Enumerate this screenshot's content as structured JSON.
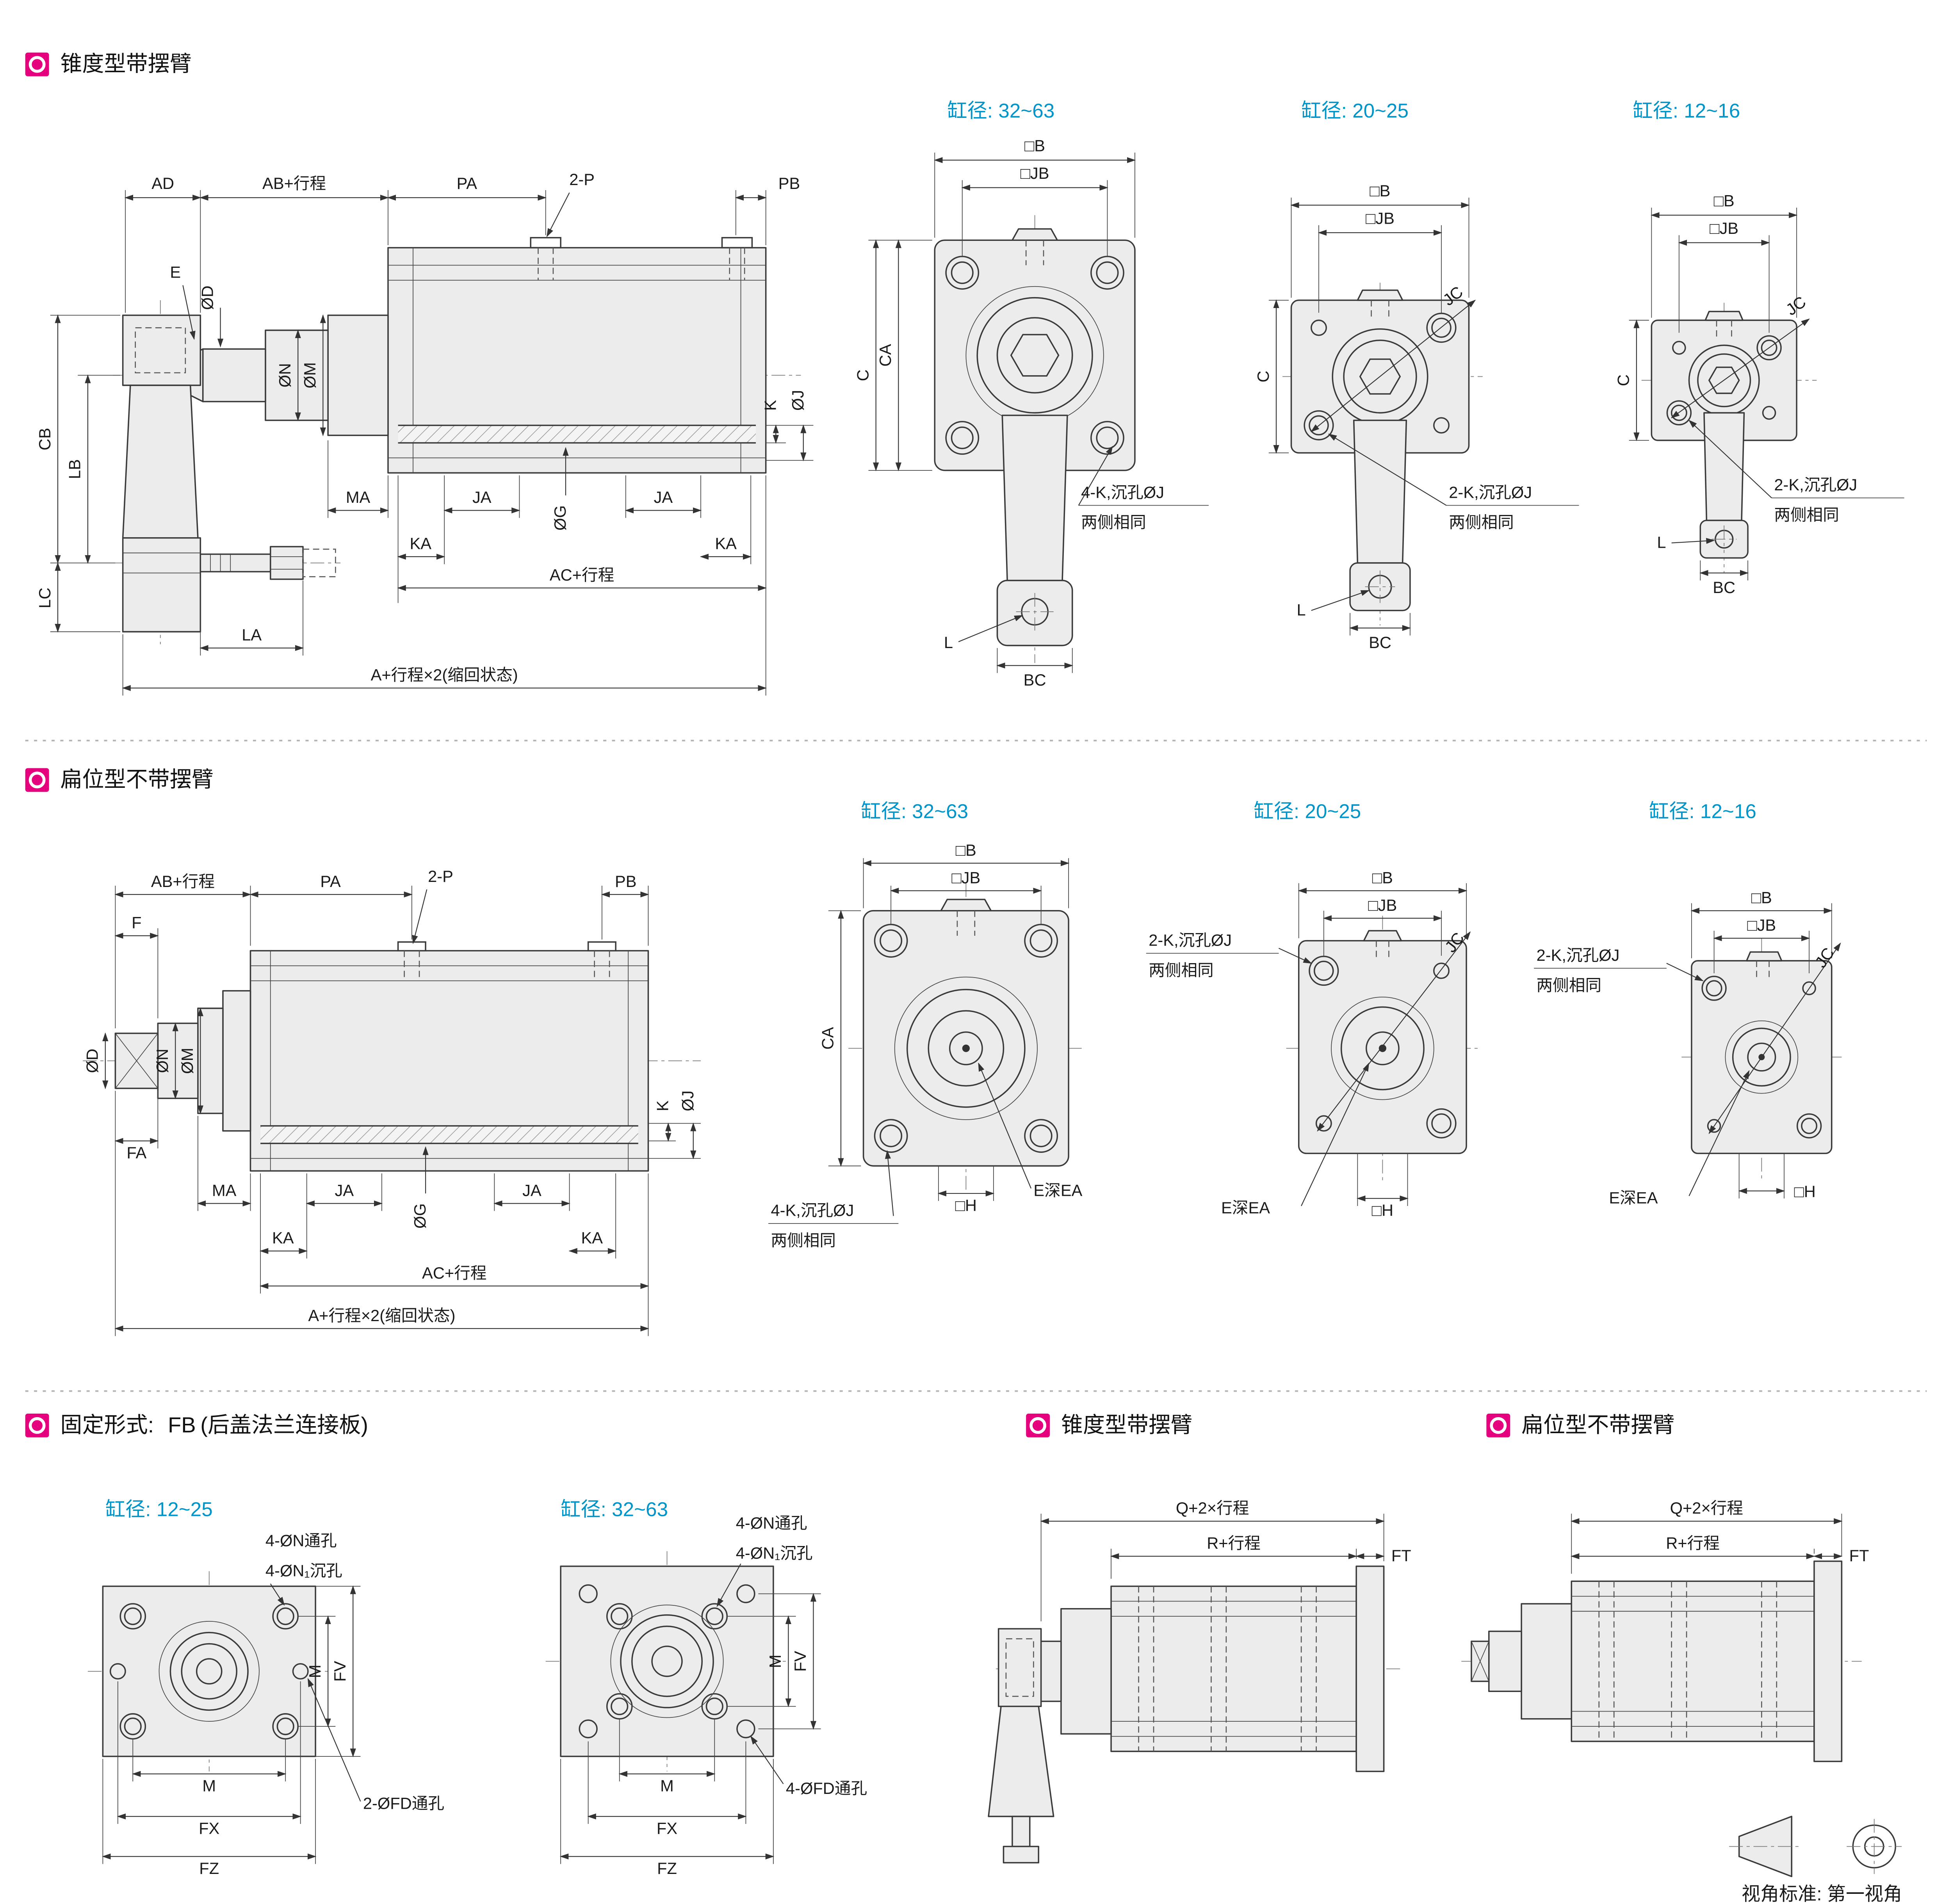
{
  "colors": {
    "magenta": "#e5007d",
    "blue": "#0094c8",
    "line": "#333333"
  },
  "s1": {
    "title": "锥度型带摆臂",
    "bores": [
      "缸径: 32~63",
      "缸径: 20~25",
      "缸径: 12~16"
    ],
    "side": {
      "ad": "AD",
      "ab": "AB+行程",
      "pa": "PA",
      "p2": "2-P",
      "pb": "PB",
      "e": "E",
      "od": "ØD",
      "on": "ØN",
      "om": "ØM",
      "cb": "CB",
      "lb": "LB",
      "lc": "LC",
      "ma": "MA",
      "ka1": "KA",
      "ja1": "JA",
      "og": "ØG",
      "ja2": "JA",
      "ka2": "KA",
      "ac": "AC+行程",
      "la": "LA",
      "a": "A+行程×2(缩回状态)",
      "k": "K",
      "oj": "ØJ"
    },
    "f1": {
      "b": "□B",
      "jb": "□JB",
      "ca": "CA",
      "c": "C",
      "k1": "4-K,沉孔ØJ",
      "k2": "两侧相同",
      "l": "L",
      "bc": "BC"
    },
    "f2": {
      "b": "□B",
      "jb": "□JB",
      "jc": "JC",
      "c": "C",
      "k1": "2-K,沉孔ØJ",
      "k2": "两侧相同",
      "l": "L",
      "bc": "BC"
    },
    "f3": {
      "b": "□B",
      "jb": "□JB",
      "jc": "JC",
      "c": "C",
      "k1": "2-K,沉孔ØJ",
      "k2": "两侧相同",
      "l": "L",
      "bc": "BC"
    }
  },
  "s2": {
    "title": "扁位型不带摆臂",
    "bores": [
      "缸径: 32~63",
      "缸径: 20~25",
      "缸径: 12~16"
    ],
    "side": {
      "ab": "AB+行程",
      "pa": "PA",
      "p2": "2-P",
      "pb": "PB",
      "f": "F",
      "od": "ØD",
      "on": "ØN",
      "om": "ØM",
      "fa": "FA",
      "ma": "MA",
      "ka1": "KA",
      "ja1": "JA",
      "og": "ØG",
      "ja2": "JA",
      "ka2": "KA",
      "ac": "AC+行程",
      "a": "A+行程×2(缩回状态)",
      "k": "K",
      "oj": "ØJ"
    },
    "f1": {
      "b": "□B",
      "jb": "□JB",
      "ca": "CA",
      "k1": "4-K,沉孔ØJ",
      "k2": "两侧相同",
      "h": "□H",
      "e": "E深EA"
    },
    "f2": {
      "b": "□B",
      "jb": "□JB",
      "jc": "JC",
      "k1": "2-K,沉孔ØJ",
      "k2": "两侧相同",
      "h": "□H",
      "e": "E深EA"
    },
    "f3": {
      "b": "□B",
      "jb": "□JB",
      "jc": "JC",
      "k1": "2-K,沉孔ØJ",
      "k2": "两侧相同",
      "h": "□H",
      "e": "E深EA"
    }
  },
  "s3": {
    "title_prefix": "固定形式: ",
    "title_code": "FB",
    "title_suffix": "(后盖法兰连接板)",
    "bore_small": "缸径: 12~25",
    "bore_large": "缸径: 32~63",
    "fl1": {
      "n": "4-ØN通孔",
      "n1": "4-ØN₁沉孔",
      "mv": "M",
      "fv": "FV",
      "mh": "M",
      "fd": "2-ØFD通孔",
      "fx": "FX",
      "fz": "FZ"
    },
    "fl2": {
      "n": "4-ØN通孔",
      "n1": "4-ØN₁沉孔",
      "mv": "M",
      "fv": "FV",
      "mh": "M",
      "fd": "4-ØFD通孔",
      "fx": "FX",
      "fz": "FZ"
    },
    "taper_title": "锥度型带摆臂",
    "flat_title": "扁位型不带摆臂",
    "mt": {
      "q": "Q+2×行程",
      "r": "R+行程",
      "ft": "FT"
    },
    "mf": {
      "q": "Q+2×行程",
      "r": "R+行程",
      "ft": "FT"
    },
    "view_std": "视角标准: 第一视角"
  }
}
